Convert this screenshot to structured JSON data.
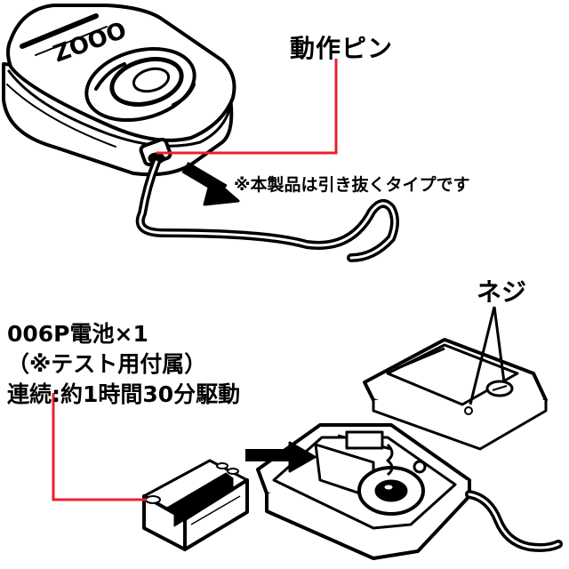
{
  "labels": {
    "pin": "動作ピン",
    "note": "※本製品は引き抜くタイプです",
    "screw": "ネジ",
    "battery_lines": [
      "006P電池×1",
      "（※テスト用付属）",
      "連続:約1時間30分駆動"
    ]
  },
  "device_text": "ZOOO",
  "colors": {
    "leader_line": "#e8232a",
    "ink": "#000000",
    "background": "#ffffff"
  }
}
